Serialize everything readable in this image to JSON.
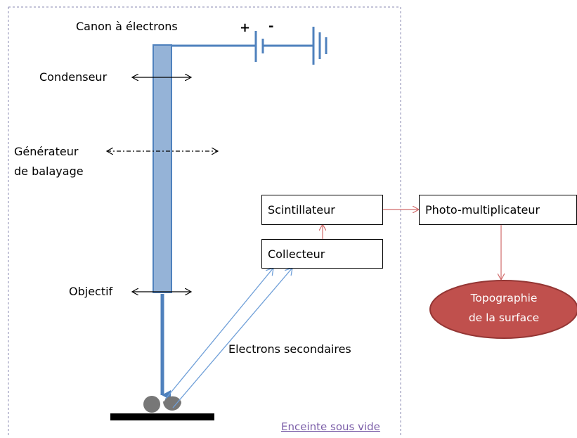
{
  "labels": {
    "canon": "Canon à électrons",
    "condenseur": "Condenseur",
    "generateur_line1": "Générateur",
    "generateur_line2": "de balayage",
    "objectif": "Objectif",
    "electrons_secondaires": "Electrons secondaires",
    "enceinte": "Enceinte sous vide",
    "plus": "+",
    "minus": "-"
  },
  "boxes": {
    "scintillateur": "Scintillateur",
    "collecteur": "Collecteur",
    "photomultiplicateur": "Photo-multiplicateur"
  },
  "result": {
    "line1": "Topographie",
    "line2": "de la surface"
  },
  "colors": {
    "column_fill": "#95b3d7",
    "column_stroke": "#4f81bd",
    "wire": "#4f81bd",
    "beam": "#4f81bd",
    "electron_path": "#6f9fd8",
    "signal_arrow": "#d06a6a",
    "ellipse_fill": "#c0504d",
    "ellipse_stroke": "#943634",
    "chamber_border": "#8a8ab0",
    "chamber_label": "#7b5ea8",
    "sample_particle": "#777777",
    "stage": "#000000"
  }
}
